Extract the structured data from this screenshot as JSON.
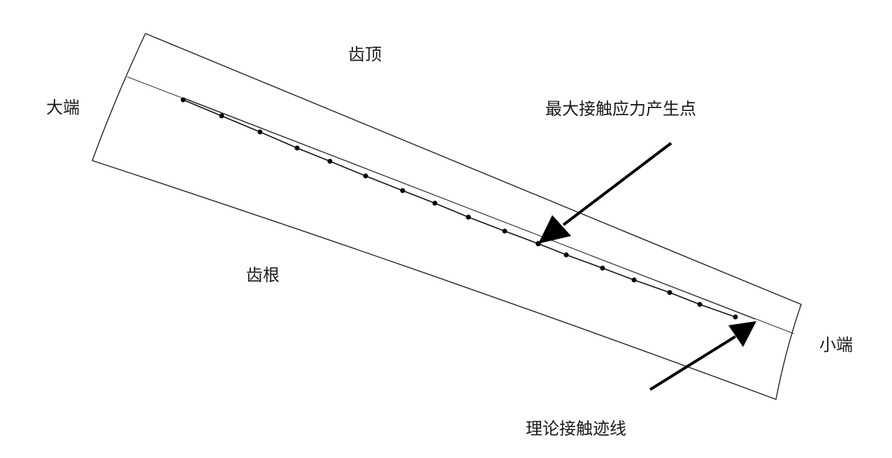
{
  "labels": {
    "big_end": "大端",
    "small_end": "小端",
    "tooth_top": "齿顶",
    "tooth_root": "齿根",
    "max_stress_point": "最大接触应力产生点",
    "theoretical_contact_line": "理论接触迹线"
  },
  "colors": {
    "line": "#222222",
    "dots": "#000000",
    "arrows": "#000000"
  }
}
